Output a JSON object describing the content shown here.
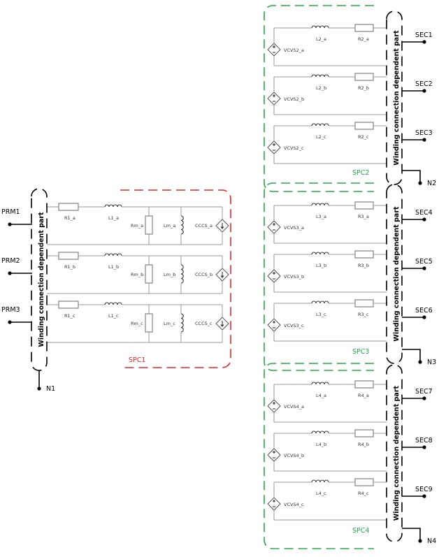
{
  "colors": {
    "spc1": "#e8262a",
    "spc_green": "#27a84a"
  },
  "primary": {
    "cap_label": "Winding connection dependent part",
    "terminals": [
      "PRM1",
      "PRM2",
      "PRM3"
    ],
    "neutral": "N1",
    "group_label": "SPC1",
    "rows": [
      {
        "r": "R1_a",
        "l": "L1_a",
        "rm": "Rm_a",
        "lm": "Lm_a",
        "src": "CCCS_a"
      },
      {
        "r": "R1_b",
        "l": "L1_b",
        "rm": "Rm_b",
        "lm": "Lm_b",
        "src": "CCCS_b"
      },
      {
        "r": "R1_c",
        "l": "L1_c",
        "rm": "Rm_c",
        "lm": "Lm_c",
        "src": "CCCS_c"
      }
    ]
  },
  "secondary": [
    {
      "group_label": "SPC2",
      "cap_label": "Winding connection dependent part",
      "terminals": [
        "SEC1",
        "SEC2",
        "SEC3"
      ],
      "neutral": "N2",
      "rows": [
        {
          "src": "VCVS2_a",
          "l": "L2_a",
          "r": "R2_a"
        },
        {
          "src": "VCVS2_b",
          "l": "L2_b",
          "r": "R2_b"
        },
        {
          "src": "VCVS2_c",
          "l": "L2_c",
          "r": "R2_c"
        }
      ]
    },
    {
      "group_label": "SPC3",
      "cap_label": "Winding connection dependent part",
      "terminals": [
        "SEC4",
        "SEC5",
        "SEC6"
      ],
      "neutral": "N3",
      "rows": [
        {
          "src": "VCVS3_a",
          "l": "L3_a",
          "r": "R3_a"
        },
        {
          "src": "VCVS3_b",
          "l": "L3_b",
          "r": "R3_b"
        },
        {
          "src": "VCVS3_c",
          "l": "L3_c",
          "r": "R3_c"
        }
      ]
    },
    {
      "group_label": "SPC4",
      "cap_label": "Winding connection dependent part",
      "terminals": [
        "SEC7",
        "SEC8",
        "SEC9"
      ],
      "neutral": "N4",
      "rows": [
        {
          "src": "VCVS4_a",
          "l": "L4_a",
          "r": "R4_a"
        },
        {
          "src": "VCVS4_b",
          "l": "L4_b",
          "r": "R4_b"
        },
        {
          "src": "VCVS4_c",
          "l": "L4_c",
          "r": "R4_c"
        }
      ]
    }
  ]
}
